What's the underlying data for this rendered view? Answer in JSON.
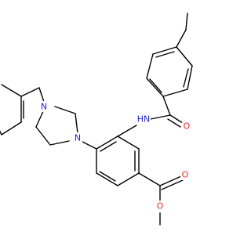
{
  "molecule": {
    "atom_labels": {
      "amide_nitrogen": {
        "text": "HN",
        "color": "#2020ff"
      },
      "amide_oxygen": {
        "text": "O",
        "color": "#ff2020"
      },
      "piperazine_n_aryl": {
        "text": "N",
        "color": "#2020ff"
      },
      "piperazine_n_benzyl": {
        "text": "N",
        "color": "#2020ff"
      },
      "ester_carbonyl_oxygen": {
        "text": "O",
        "color": "#ff2020"
      },
      "ester_ether_oxygen": {
        "text": "O",
        "color": "#ff2020"
      }
    },
    "bond_color": "#000000"
  }
}
